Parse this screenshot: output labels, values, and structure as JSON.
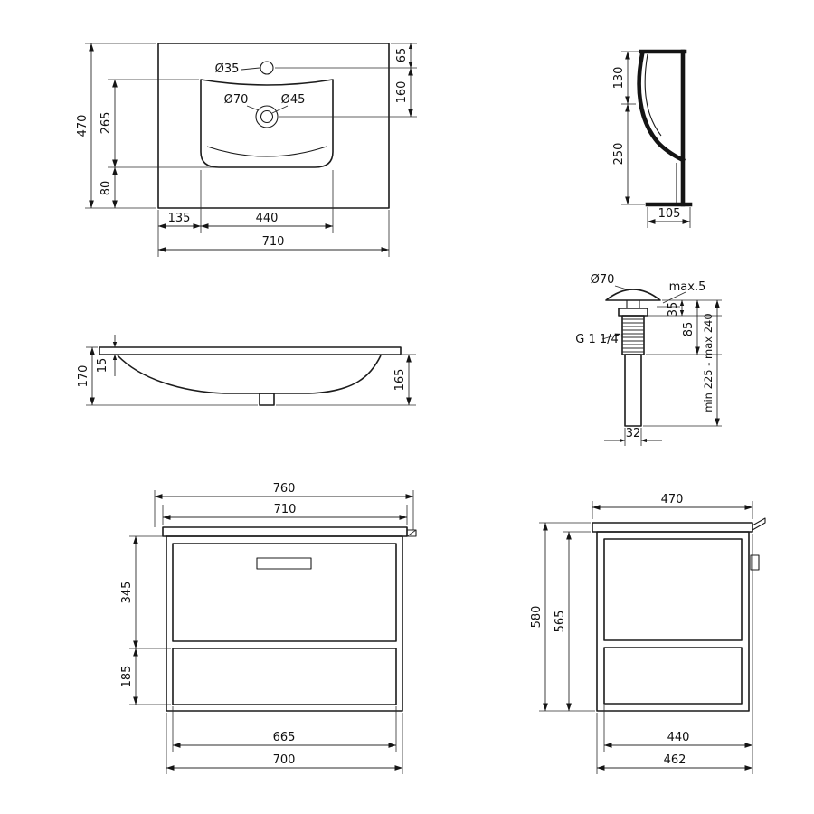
{
  "drawing": {
    "sink_top": {
      "faucet_hole_dia": "Ø35",
      "overflow_dia": "Ø70",
      "drain_dia": "Ø45",
      "total_depth": "470",
      "basin_depth": "265",
      "front_edge": "80",
      "faucet_offset": "65",
      "drain_offset": "160",
      "basin_side_offset": "135",
      "basin_width": "440",
      "total_width": "710"
    },
    "sink_section": {
      "rim_height": "130",
      "bowl_height": "250",
      "foot_depth": "105"
    },
    "sink_front": {
      "total_height": "170",
      "top_thickness": "15",
      "bowl_height": "165"
    },
    "drain_assembly": {
      "cap_dia": "Ø70",
      "cap_gap": "max.5",
      "upper_height": "35",
      "body_height": "85",
      "thread": "G 1 1/4\"",
      "length_range": "min 225 - max 240",
      "pipe_dia": "32"
    },
    "cabinet_front": {
      "total_width": "760",
      "top_width": "710",
      "drawer1_height": "345",
      "drawer2_height": "185",
      "drawer_width": "665",
      "body_width": "700"
    },
    "cabinet_side": {
      "top_depth": "470",
      "total_height": "580",
      "body_height": "565",
      "inner_depth": "440",
      "body_depth": "462"
    }
  }
}
